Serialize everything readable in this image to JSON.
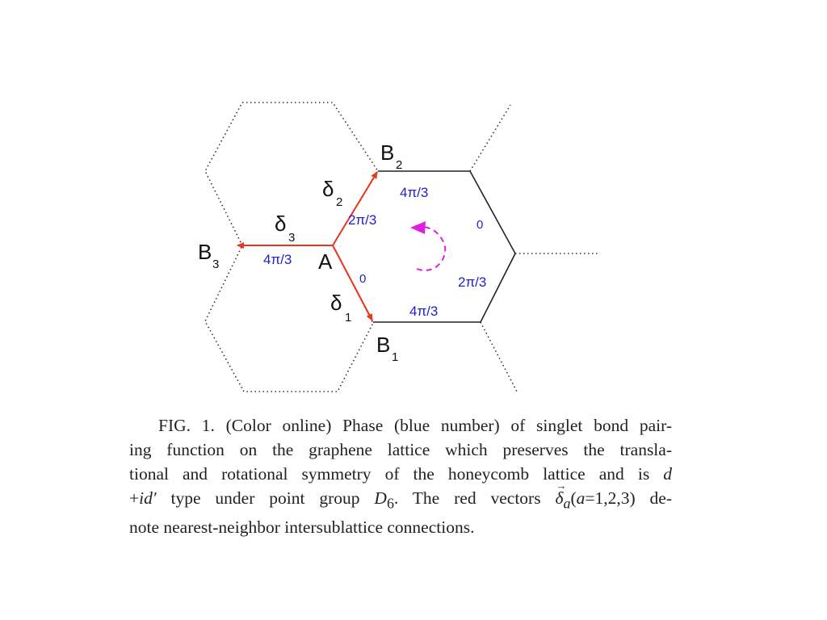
{
  "colors": {
    "vector": "#e8361f",
    "phase": "#1f1fd0",
    "rotation": "#e020e0",
    "bond": "#222222"
  },
  "figure": {
    "site_A": "A",
    "site_B": "B",
    "sub_1": "1",
    "sub_2": "2",
    "sub_3": "3",
    "delta": "δ",
    "phase_bond_delta1": "0",
    "phase_bond_delta2": "2π/3",
    "phase_bond_delta3": "4π/3",
    "phase_top_edge": "4π/3",
    "phase_bottom_edge": "4π/3",
    "phase_upper_right_edge": "0",
    "phase_lower_right_edge": "2π/3"
  },
  "caption": {
    "l1": "FIG. 1. (Color online) Phase (blue number) of singlet bond pair-",
    "l2": "ing function on the graphene lattice which preserves the transla-",
    "l3a": "tional and rotational symmetry of the honeycomb lattice and is ",
    "l3b": "d",
    "l4a": "+",
    "l4b": "id′",
    "l4c": " type under point group ",
    "l4d": "D",
    "l4e": "6",
    "l4f": ". The red vectors ",
    "l4g": "δ",
    "l4h": "a",
    "l4i": "(",
    "l4j": "a",
    "l4k": "=1,2,3) de-",
    "l5": "note nearest-neighbor intersublattice connections."
  }
}
